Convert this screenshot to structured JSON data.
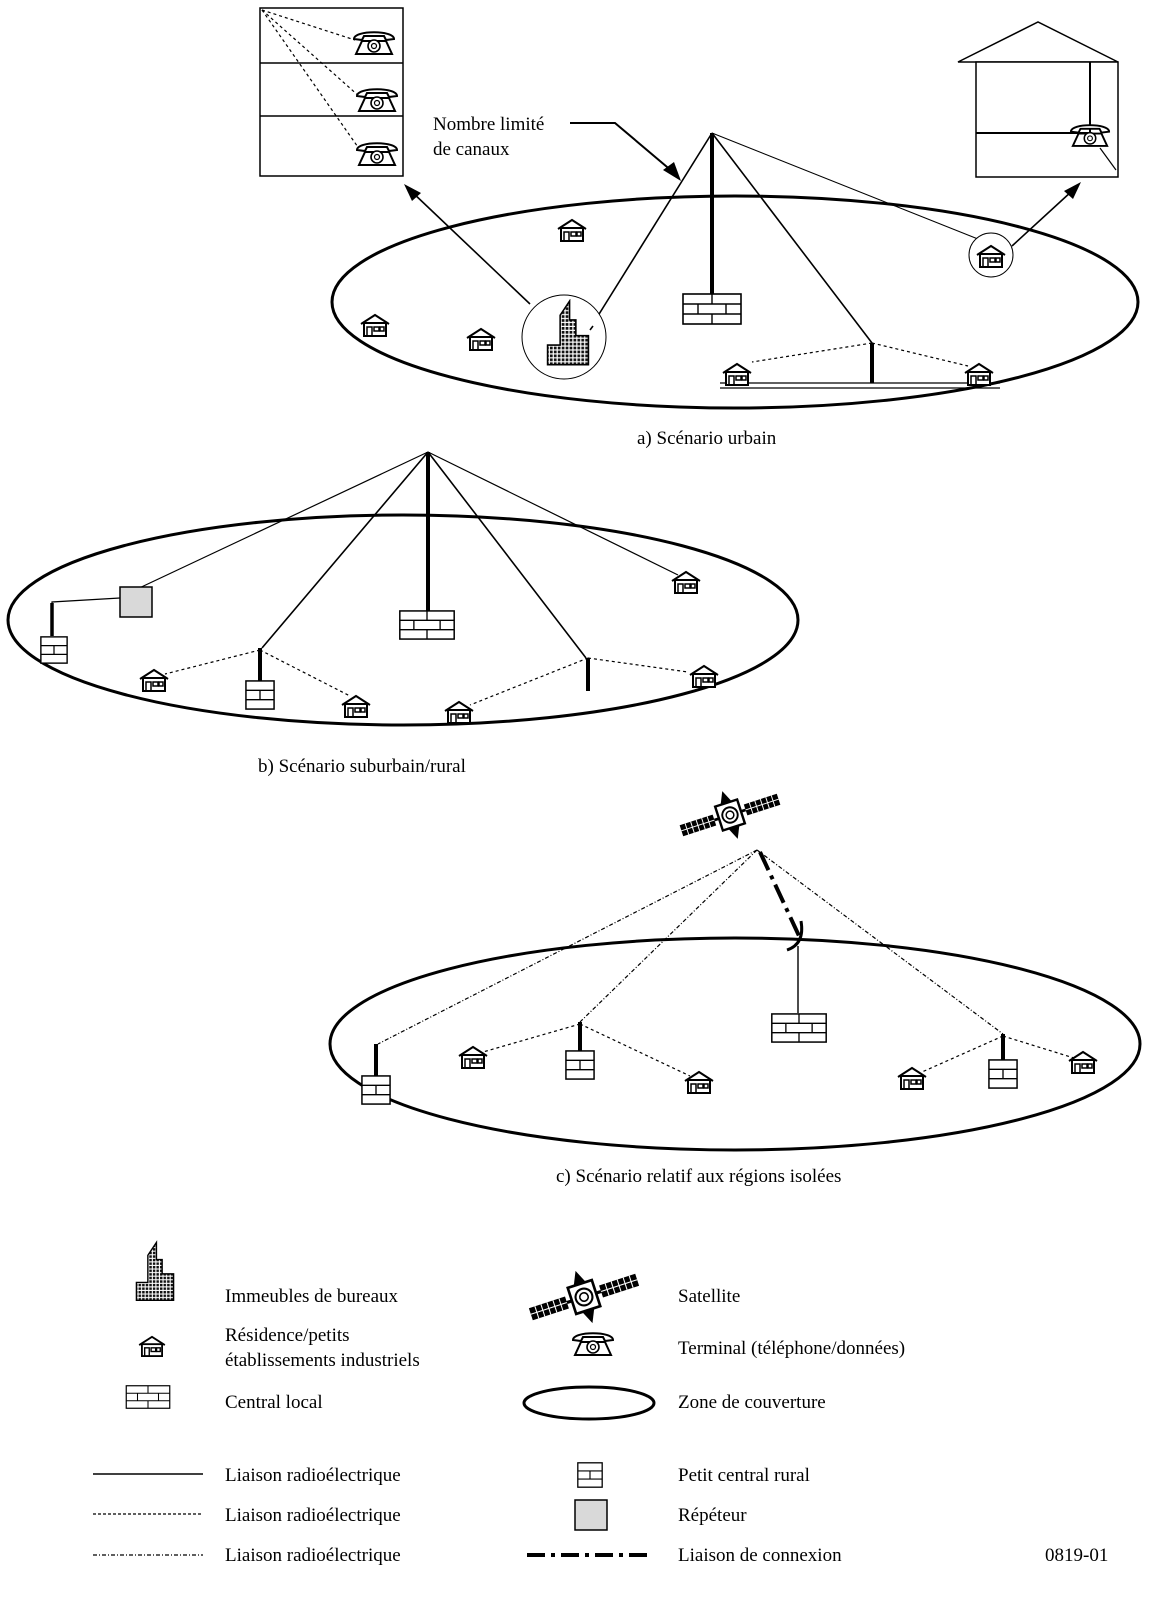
{
  "annotation": {
    "line1": "Nombre limité",
    "line2": "de canaux"
  },
  "captions": {
    "a": "a)  Scénario urbain",
    "b": "b)  Scénario suburbain/rural",
    "c": "c)  Scénario relatif aux régions isolées"
  },
  "legend": {
    "office": "Immeubles de bureaux",
    "residence_line1": "Résidence/petits",
    "residence_line2": "établissements industriels",
    "central": "Central local",
    "radio1": "Liaison radioélectrique",
    "radio2": "Liaison radioélectrique",
    "radio3": "Liaison radioélectrique",
    "satellite": "Satellite",
    "terminal": "Terminal (téléphone/données)",
    "zone": "Zone de couverture",
    "rural": "Petit central rural",
    "repeater": "Répéteur",
    "connection": "Liaison de connexion"
  },
  "figure_id": "0819-01",
  "colors": {
    "line": "#000000",
    "repeater_fill": "#d9d9d9",
    "background": "#ffffff"
  }
}
